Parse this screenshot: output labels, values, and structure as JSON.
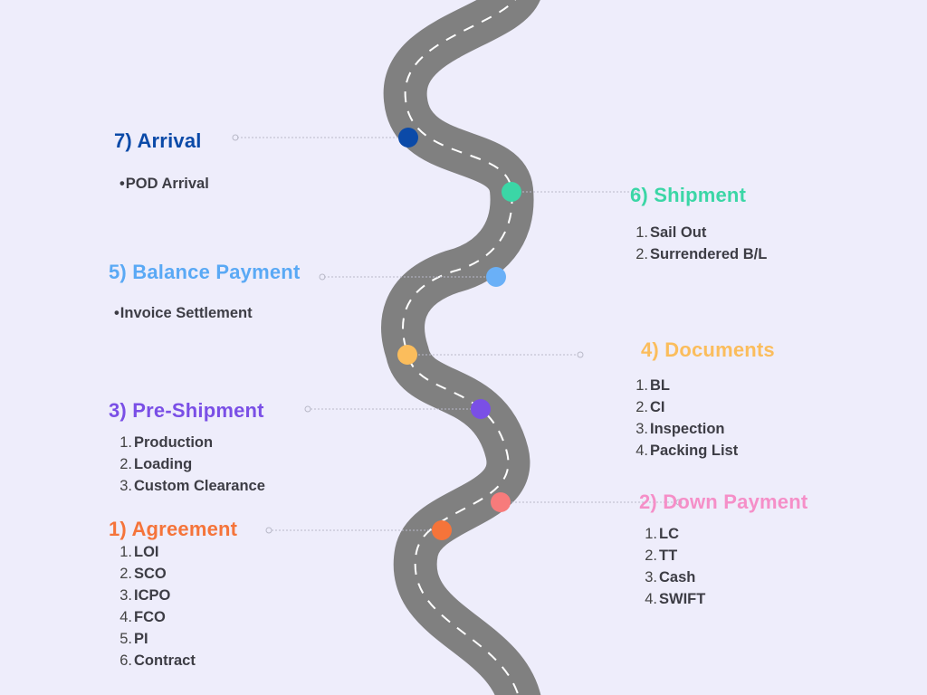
{
  "steps": [
    {
      "id": "arrival",
      "title": "7) Arrival",
      "color": "#0b4aa8",
      "list_style": "bullet",
      "items": [
        "POD Arrival"
      ]
    },
    {
      "id": "shipment",
      "title": "6) Shipment",
      "color": "#3bd6a6",
      "list_style": "numbered",
      "items": [
        "Sail Out",
        "Surrendered B/L"
      ]
    },
    {
      "id": "balance-payment",
      "title": "5) Balance Payment",
      "color": "#5aa9f5",
      "list_style": "bullet",
      "items": [
        "Invoice Settlement"
      ]
    },
    {
      "id": "documents",
      "title": "4) Documents",
      "color": "#fbbd5c",
      "list_style": "numbered",
      "items": [
        "BL",
        "CI",
        "Inspection",
        "Packing List"
      ]
    },
    {
      "id": "pre-shipment",
      "title": "3) Pre-Shipment",
      "color": "#7a4fe6",
      "list_style": "numbered",
      "items": [
        "Production",
        "Loading",
        "Custom Clearance"
      ]
    },
    {
      "id": "down-payment",
      "title": "2) Down Payment",
      "color": "#f58fc8",
      "list_style": "numbered",
      "items": [
        "LC",
        "TT",
        "Cash",
        "SWIFT"
      ]
    },
    {
      "id": "agreement",
      "title": "1) Agreement",
      "color": "#f5743a",
      "list_style": "numbered",
      "items": [
        "LOI",
        "SCO",
        "ICPO",
        "FCO",
        "PI",
        "Contract"
      ]
    }
  ],
  "road": {
    "asphalt_color": "#808080",
    "lane_marking_color": "#ffffff"
  },
  "milestones": [
    {
      "step": "arrival",
      "color": "#0b4aa8"
    },
    {
      "step": "shipment",
      "color": "#3bd6a6"
    },
    {
      "step": "balance-payment",
      "color": "#6ab0f7"
    },
    {
      "step": "documents",
      "color": "#fbbd5c"
    },
    {
      "step": "pre-shipment",
      "color": "#7a4fe6"
    },
    {
      "step": "down-payment",
      "color": "#f77b7b"
    },
    {
      "step": "agreement",
      "color": "#f5743a"
    }
  ]
}
